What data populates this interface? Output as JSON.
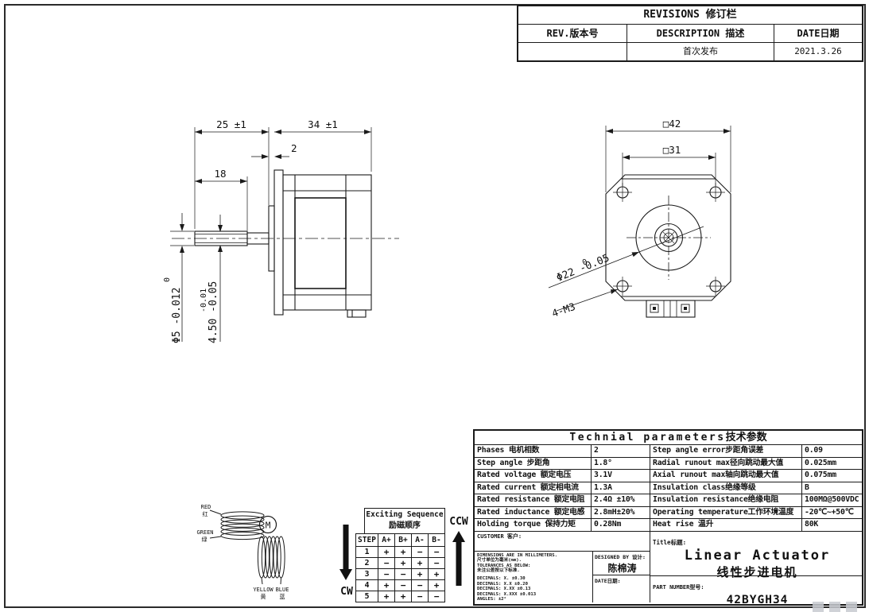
{
  "revisions": {
    "title": "REVISIONS 修订栏",
    "columns": [
      "REV.版本号",
      "DESCRIPTION 描述",
      "DATE日期"
    ],
    "rows": [
      [
        "",
        "首次发布",
        "2021.3.26"
      ]
    ]
  },
  "side_view": {
    "dim_shaft_length": "25 ±1",
    "dim_body_length": "34 ±1",
    "dim_boss_thickness": "2",
    "dim_thread_length": "18",
    "dim_shaft_dia": "Φ5 -0.012",
    "dim_shaft_dia_upper": "0",
    "dim_screw_flat": "4.50 -0.05",
    "dim_screw_flat_upper": "-0.01"
  },
  "front_view": {
    "dim_frame_size": "□42",
    "dim_hole_pitch": "□31",
    "dim_boss_dia": "Φ22 -0.05",
    "dim_boss_dia_upper": "0",
    "dim_mounting_holes": "4-M3"
  },
  "wiring": {
    "lead_red": "RED",
    "lead_red_cn": "红",
    "lead_green": "GREEN",
    "lead_green_cn": "绿",
    "lead_yellow": "YELLOW",
    "lead_yellow_cn": "黄",
    "lead_blue": "BLUE",
    "lead_blue_cn": "蓝",
    "motor_symbol": "M",
    "ccw_label": "CCW",
    "cw_label": "CW"
  },
  "sequence": {
    "title_en": "Exciting Sequence",
    "title_cn": "励磁顺序",
    "headers": [
      "STEP",
      "A+",
      "B+",
      "A-",
      "B-"
    ],
    "rows": [
      [
        "1",
        "+",
        "+",
        "−",
        "−"
      ],
      [
        "2",
        "−",
        "+",
        "+",
        "−"
      ],
      [
        "3",
        "−",
        "−",
        "+",
        "+"
      ],
      [
        "4",
        "+",
        "−",
        "−",
        "+"
      ],
      [
        "5",
        "+",
        "+",
        "−",
        "−"
      ]
    ]
  },
  "parameters": {
    "title_en": "Technial parameters",
    "title_cn": "技术参数",
    "rows": [
      [
        "Phases 电机相数",
        "2",
        "Step angle error步距角误差",
        "0.09"
      ],
      [
        "Step angle 步距角",
        "1.8°",
        "Radial runout max径向跳动最大值",
        "0.025mm"
      ],
      [
        "Rated voltage 额定电压",
        "3.1V",
        "Axial runout max轴向跳动最大值",
        "0.075mm"
      ],
      [
        "Rated current 额定相电流",
        "1.3A",
        "Insulation class绝缘等级",
        "B"
      ],
      [
        "Rated resistance 额定电阻",
        "2.4Ω ±10%",
        "Insulation resistance绝缘电阻",
        "100MΩ@500VDC"
      ],
      [
        "Rated inductance 额定电感",
        "2.8mH±20%",
        "Operating temperature工作环境温度",
        "-20℃~+50℃"
      ],
      [
        "Holding torque 保持力矩",
        "0.28Nm",
        "Heat rise 温升",
        "80K"
      ]
    ]
  },
  "title_block": {
    "customer_label": "CUSTOMER 客户:",
    "notes": [
      "DIMENSIONS ARE IN MILLIMETERS.",
      "尺寸单位为毫米(mm).",
      "TOLERANCES AS BELOW:",
      "未注公差按以下标准."
    ],
    "tolerances": [
      "DECIMALS: X.     ±0.30",
      "DECIMALS: X.X    ±0.20",
      "DECIMALS: X.XX   ±0.13",
      "DECIMALS: X.XXX ±0.013",
      "ANGLES:  ±2°"
    ],
    "designed_by_label": "DESIGNED BY 设计:",
    "designer": "陈棉涛",
    "date_label": "DATE日期:",
    "title_label": "Title标题:",
    "product_title_en": "Linear Actuator",
    "product_title_cn": "线性步进电机",
    "part_number_label": "PART NUMBER型号:",
    "part_number": "42BYGH34"
  }
}
